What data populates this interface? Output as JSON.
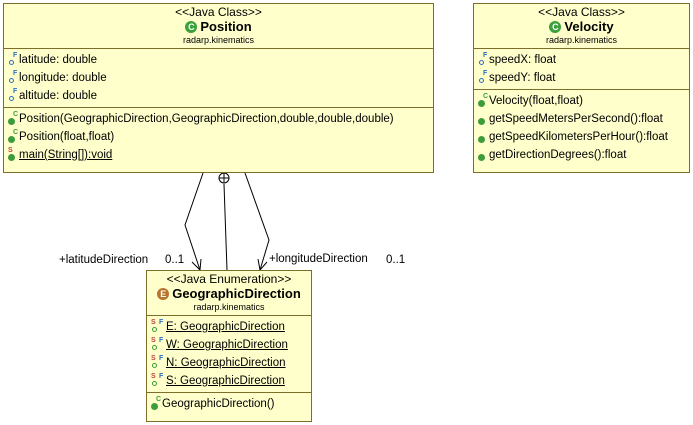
{
  "position": {
    "stereotype": "<<Java Class>>",
    "name": "Position",
    "package": "radarp.kinematics",
    "fields": [
      "latitude: double",
      "longitude: double",
      "altitude: double"
    ],
    "methods": [
      "Position(GeographicDirection,GeographicDirection,double,double,double)",
      "Position(float,float)",
      "main(String[]):void"
    ]
  },
  "velocity": {
    "stereotype": "<<Java Class>>",
    "name": "Velocity",
    "package": "radarp.kinematics",
    "fields": [
      "speedX: float",
      "speedY: float"
    ],
    "methods": [
      "Velocity(float,float)",
      "getSpeedMetersPerSecond():float",
      "getSpeedKilometersPerHour():float",
      "getDirectionDegrees():float"
    ]
  },
  "geo": {
    "stereotype": "<<Java Enumeration>>",
    "name": "GeographicDirection",
    "package": "radarp.kinematics",
    "literals": [
      "E: GeographicDirection",
      "W: GeographicDirection",
      "N: GeographicDirection",
      "S: GeographicDirection"
    ],
    "methods": [
      "GeographicDirection()"
    ]
  },
  "associations": {
    "lat_role": "+latitudeDirection",
    "lat_mult": "0..1",
    "lon_role": "+longitudeDirection",
    "lon_mult": "0..1"
  },
  "icons": {
    "class_icon": "class-icon",
    "enum_icon": "enum-icon",
    "field_icon": "final-field-icon",
    "constructor_icon": "constructor-icon",
    "method_icon": "public-method-icon",
    "static_method_icon": "static-method-icon",
    "enum_literal_icon": "static-final-field-icon",
    "nesting_icon": "nesting-circle-icon"
  },
  "colors": {
    "box_fill": "#ffffcc",
    "box_border": "#7d6e2c",
    "class_icon": "#3ca03c",
    "enum_icon": "#b8742c"
  }
}
